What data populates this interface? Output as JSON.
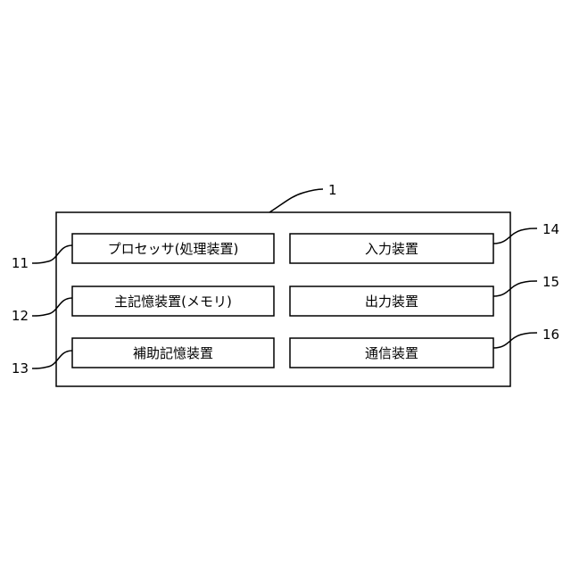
{
  "diagram": {
    "container_ref": "1",
    "left_boxes": [
      {
        "label": "プロセッサ(処理装置)",
        "ref": "11"
      },
      {
        "label": "主記憶装置(メモリ)",
        "ref": "12"
      },
      {
        "label": "補助記憶装置",
        "ref": "13"
      }
    ],
    "right_boxes": [
      {
        "label": "入力装置",
        "ref": "14"
      },
      {
        "label": "出力装置",
        "ref": "15"
      },
      {
        "label": "通信装置",
        "ref": "16"
      }
    ]
  }
}
